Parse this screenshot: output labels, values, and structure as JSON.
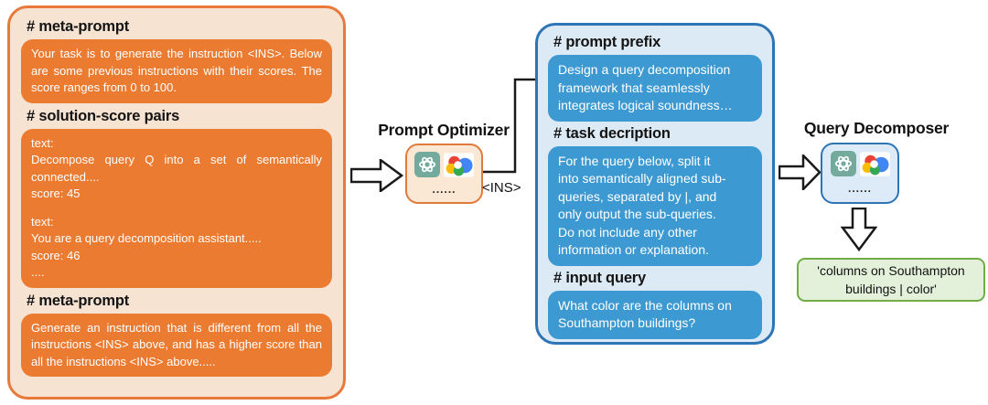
{
  "colors": {
    "orange_border": "#E8793A",
    "orange_panel_bg": "#F7E3D2",
    "orange_box_bg": "#EB7B31",
    "blue_border": "#2E75B6",
    "blue_panel_bg": "#DCEAF6",
    "blue_box_bg": "#3D99D1",
    "green_border": "#70AD47",
    "green_box_bg": "#E3F0DA",
    "openai_teal": "#74AA9C"
  },
  "left_panel": {
    "heading_meta_prompt_top": "# meta-prompt",
    "meta_prompt_text": "Your task is to generate the instruction <INS>. Below are some previous instructions with their scores. The score ranges from 0 to 100.",
    "heading_solution_score": "# solution-score pairs",
    "solution_score_lines": [
      "text:",
      "Decompose query Q into a set of semantically connected....",
      "score: 45",
      "",
      "text:",
      "You are a query decomposition assistant.....",
      "score: 46",
      "...."
    ],
    "heading_meta_prompt_bottom": "# meta-prompt",
    "meta_prompt_bottom_text": "Generate an instruction that is different from all the instructions <INS> above, and has a higher score than all the instructions <INS> above....."
  },
  "optimizer": {
    "title": "Prompt Optimizer",
    "dots": "......",
    "output_label": "<INS>",
    "icons": [
      "openai-icon",
      "google-cloud-icon"
    ]
  },
  "blue_panel": {
    "heading_prompt_prefix": "# prompt prefix",
    "prompt_prefix_text": "Design a query decomposition\nframework that seamlessly\nintegrates logical soundness…",
    "heading_task_description": "# task decription",
    "task_description_text": "For the query below, split it\ninto semantically aligned sub-\nqueries, separated by |, and\nonly output the sub-queries.\nDo not include any other\ninformation or explanation.",
    "heading_input_query": "# input query",
    "input_query_text": "What color are the columns on\nSouthampton buildings?"
  },
  "decomposer": {
    "title": "Query Decomposer",
    "dots": "......",
    "icons": [
      "openai-icon",
      "google-cloud-icon"
    ],
    "output_text": "'columns on Southampton\nbuildings | color'"
  }
}
